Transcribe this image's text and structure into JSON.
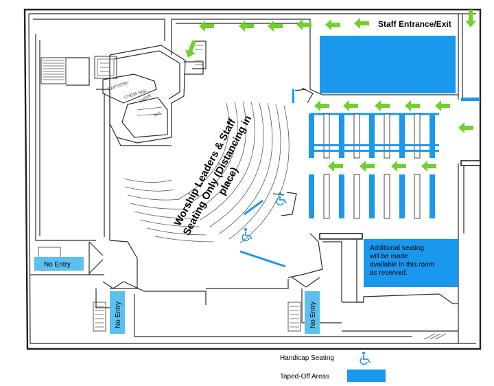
{
  "labels": {
    "staff_entrance": "Staff Entrance/Exit",
    "worship_line1": "Worship Leaders & Staff",
    "worship_line2": "Seating Only (Distancing in",
    "worship_line3": "place)",
    "additional_line1": "Additional seating",
    "additional_line2": "will be made",
    "additional_line3": "available in this room",
    "additional_line4": "as reserved.",
    "no_entry_left": "No Entry",
    "no_entry_bottom_left": "No Entry",
    "no_entry_bottom_right": "No Entry",
    "baptistry": "BAPTISTRY",
    "choir_rail": "CHOIR RAIL",
    "choir": "CHOIR",
    "rail": "RAIL"
  },
  "legend": {
    "handicap_label": "Handicap Seating",
    "taped_label": "Taped-Off Areas"
  },
  "colors": {
    "taped_blue": "#1a98ee",
    "arrow_green": "#6fd12b",
    "no_entry_bg": "#5bc0f0"
  },
  "icons": {
    "handicap": "wheelchair-icon",
    "arrow": "green-direction-arrow"
  }
}
